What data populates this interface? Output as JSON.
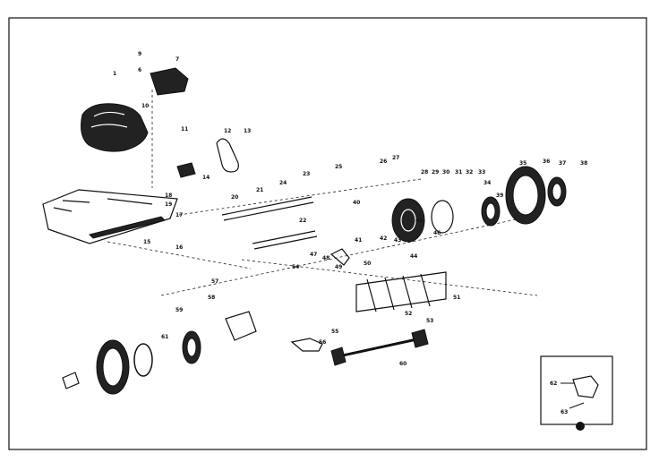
{
  "diagram": {
    "type": "exploded-parts-diagram",
    "labels": [
      {
        "id": "l1",
        "text": "9"
      },
      {
        "id": "l2",
        "text": "7"
      },
      {
        "id": "l3",
        "text": "6"
      },
      {
        "id": "l4",
        "text": "1"
      },
      {
        "id": "l5",
        "text": "10"
      },
      {
        "id": "l6",
        "text": "11"
      },
      {
        "id": "l7",
        "text": "12"
      },
      {
        "id": "l8",
        "text": "13"
      },
      {
        "id": "l9",
        "text": "14"
      },
      {
        "id": "l10",
        "text": "15"
      },
      {
        "id": "l11",
        "text": "16"
      },
      {
        "id": "l12",
        "text": "17"
      },
      {
        "id": "l13",
        "text": "18"
      },
      {
        "id": "l14",
        "text": "19"
      },
      {
        "id": "l15",
        "text": "20"
      },
      {
        "id": "l16",
        "text": "21"
      },
      {
        "id": "l17",
        "text": "22"
      },
      {
        "id": "l18",
        "text": "23"
      },
      {
        "id": "l19",
        "text": "24"
      },
      {
        "id": "l20",
        "text": "25"
      },
      {
        "id": "l21",
        "text": "26"
      },
      {
        "id": "l22",
        "text": "27"
      },
      {
        "id": "l23",
        "text": "28"
      },
      {
        "id": "l24",
        "text": "29"
      },
      {
        "id": "l25",
        "text": "30"
      },
      {
        "id": "l26",
        "text": "31"
      },
      {
        "id": "l27",
        "text": "32"
      },
      {
        "id": "l28",
        "text": "33"
      },
      {
        "id": "l29",
        "text": "34"
      },
      {
        "id": "l30",
        "text": "35"
      },
      {
        "id": "l31",
        "text": "36"
      },
      {
        "id": "l32",
        "text": "37"
      },
      {
        "id": "l33",
        "text": "38"
      },
      {
        "id": "l34",
        "text": "39"
      },
      {
        "id": "l35",
        "text": "40"
      },
      {
        "id": "l36",
        "text": "41"
      },
      {
        "id": "l37",
        "text": "42"
      },
      {
        "id": "l38",
        "text": "43"
      },
      {
        "id": "l39",
        "text": "44"
      },
      {
        "id": "l40",
        "text": "45"
      },
      {
        "id": "l41",
        "text": "46"
      },
      {
        "id": "l42",
        "text": "47"
      },
      {
        "id": "l43",
        "text": "48"
      },
      {
        "id": "l44",
        "text": "49"
      },
      {
        "id": "l45",
        "text": "50"
      },
      {
        "id": "l46",
        "text": "51"
      },
      {
        "id": "l47",
        "text": "52"
      },
      {
        "id": "l48",
        "text": "53"
      },
      {
        "id": "l49",
        "text": "54"
      },
      {
        "id": "l50",
        "text": "55"
      },
      {
        "id": "l51",
        "text": "56"
      },
      {
        "id": "l52",
        "text": "57"
      },
      {
        "id": "l53",
        "text": "58"
      },
      {
        "id": "l54",
        "text": "59"
      },
      {
        "id": "l55",
        "text": "60"
      },
      {
        "id": "l56",
        "text": "61"
      },
      {
        "id": "l57",
        "text": "62"
      },
      {
        "id": "l58",
        "text": "63"
      }
    ]
  }
}
